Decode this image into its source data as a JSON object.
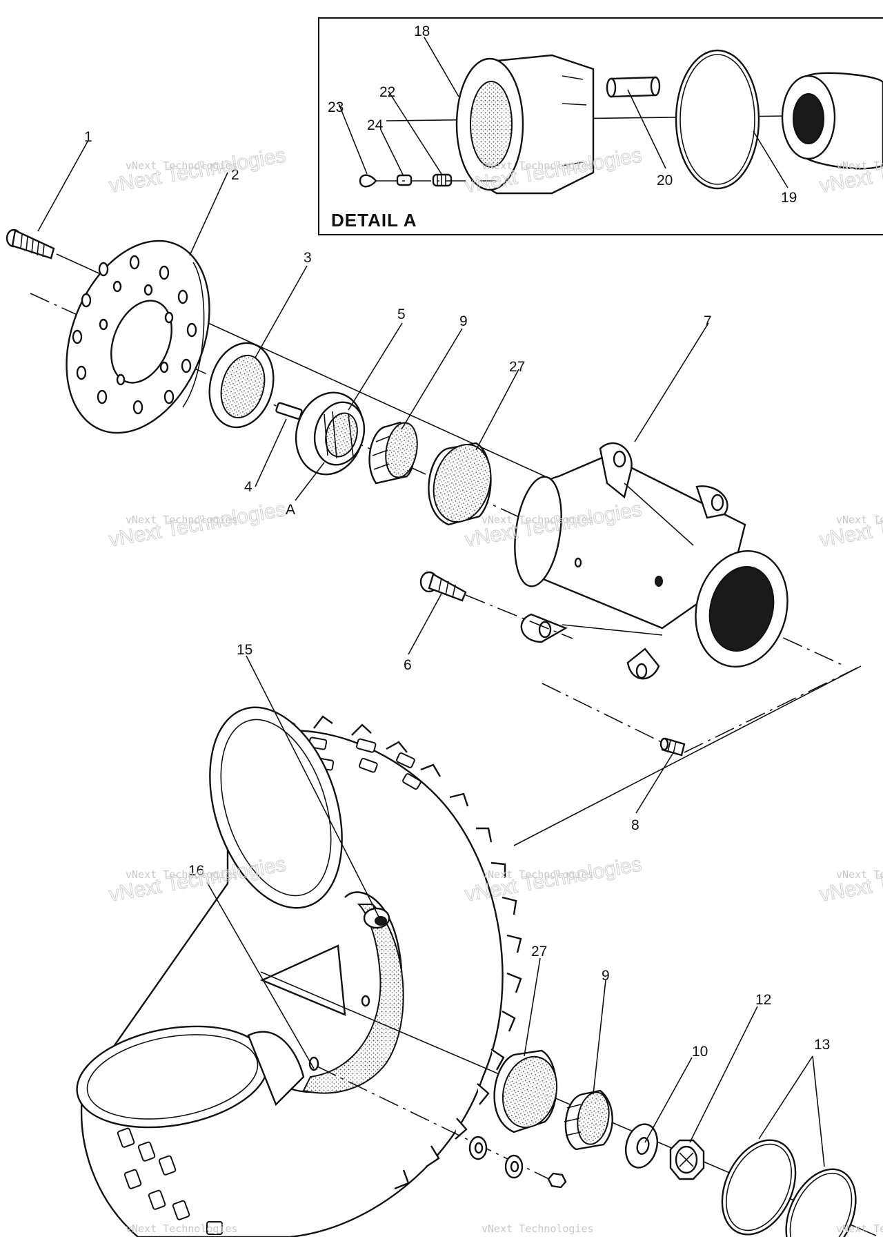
{
  "detail": {
    "title": "DETAIL A",
    "labels": {
      "n18": "18",
      "n23": "23",
      "n22": "22",
      "n24": "24",
      "n20": "20",
      "n19": "19"
    }
  },
  "labels": {
    "n1": "1",
    "n2": "2",
    "n3": "3",
    "n4": "4",
    "n5": "5",
    "n9a": "9",
    "n27a": "27",
    "n7": "7",
    "nA": "A",
    "n6": "6",
    "n15": "15",
    "n8": "8",
    "n16": "16",
    "n27b": "27",
    "n9b": "9",
    "n12": "12",
    "n10": "10",
    "n13": "13"
  },
  "watermark": {
    "line1": "vNext Technologies",
    "line2": "vNext Technologies"
  }
}
